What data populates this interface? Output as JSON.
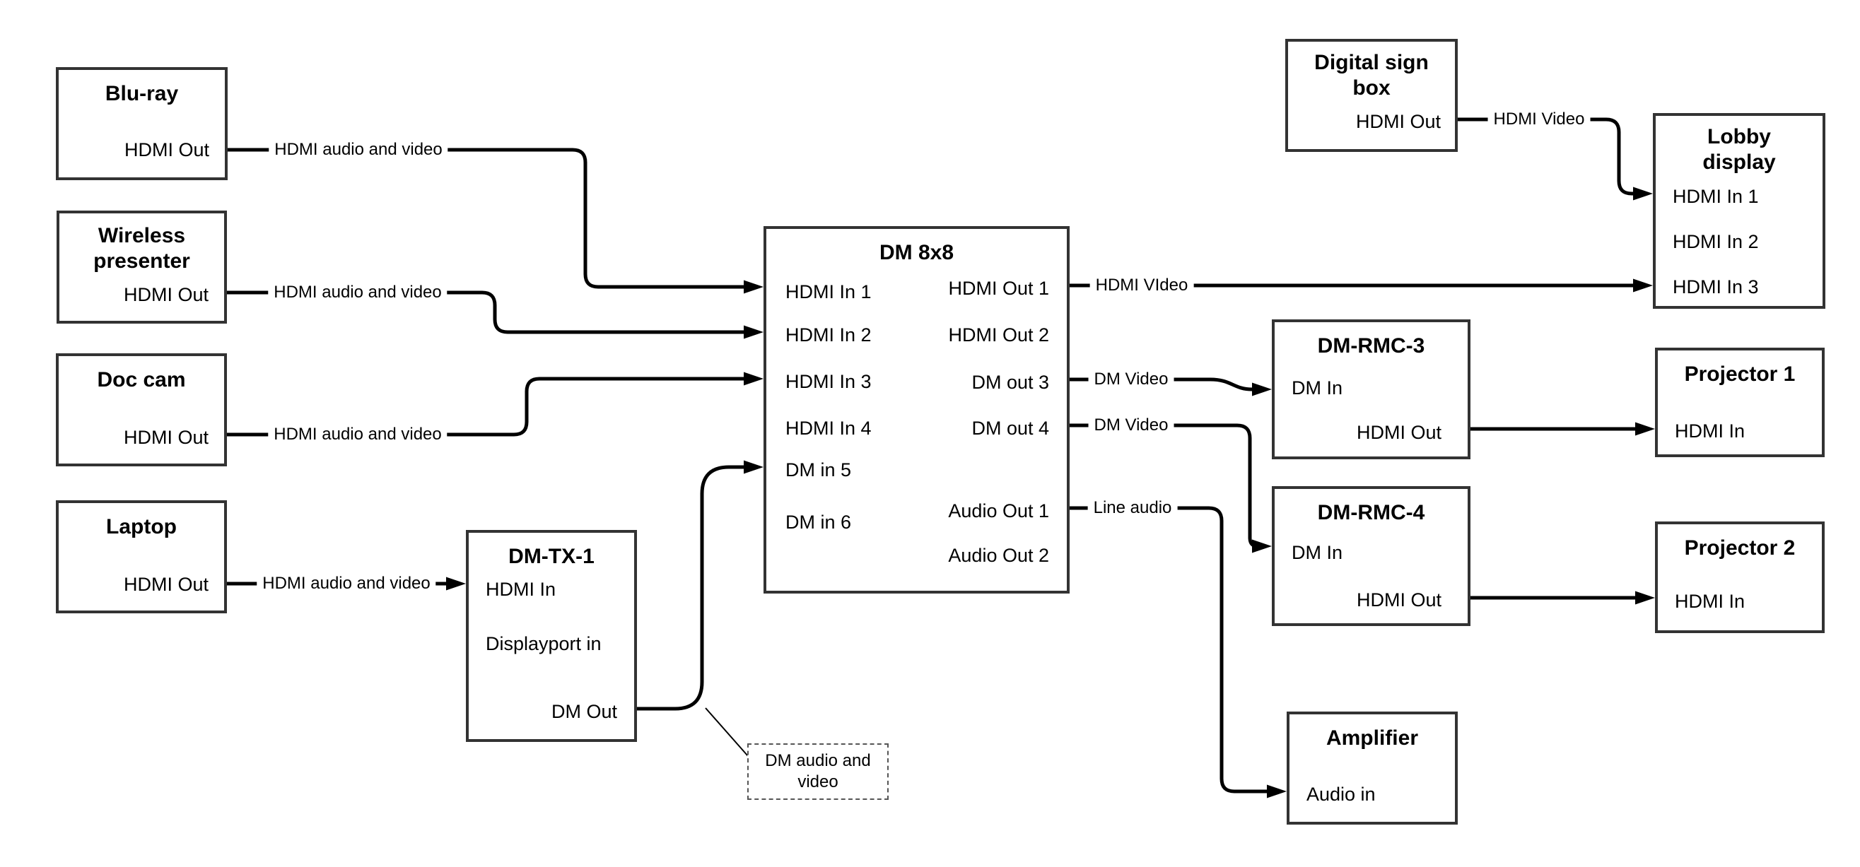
{
  "devices": {
    "bluray": {
      "title": "Blu-ray",
      "port": "HDMI Out"
    },
    "wireless": {
      "title": "Wireless presenter",
      "port": "HDMI Out"
    },
    "doccam": {
      "title": "Doc cam",
      "port": "HDMI Out"
    },
    "laptop": {
      "title": "Laptop",
      "port": "HDMI Out"
    },
    "dmtx1": {
      "title": "DM-TX-1",
      "port_hdmi_in": "HDMI In",
      "port_dp_in": "Displayport in",
      "port_dm_out": "DM Out"
    },
    "dm8x8": {
      "title": "DM 8x8",
      "in1": "HDMI In 1",
      "in2": "HDMI In 2",
      "in3": "HDMI In 3",
      "in4": "HDMI In 4",
      "in5": "DM in 5",
      "in6": "DM in 6",
      "out1": "HDMI Out 1",
      "out2": "HDMI Out 2",
      "out3": "DM out 3",
      "out4": "DM out 4",
      "aout1": "Audio Out 1",
      "aout2": "Audio Out 2"
    },
    "signbox": {
      "title": "Digital sign box",
      "port": "HDMI Out"
    },
    "lobby": {
      "title": "Lobby display",
      "in1": "HDMI In 1",
      "in2": "HDMI In 2",
      "in3": "HDMI In 3"
    },
    "dmrmc3": {
      "title": "DM-RMC-3",
      "dm_in": "DM In",
      "hdmi_out": "HDMI Out"
    },
    "proj1": {
      "title": "Projector 1",
      "hdmi_in": "HDMI In"
    },
    "dmrmc4": {
      "title": "DM-RMC-4",
      "dm_in": "DM In",
      "hdmi_out": "HDMI Out"
    },
    "proj2": {
      "title": "Projector 2",
      "hdmi_in": "HDMI In"
    },
    "amplifier": {
      "title": "Amplifier",
      "audio_in": "Audio in"
    }
  },
  "wire_labels": {
    "bluray_feed": "HDMI audio and video",
    "wireless_feed": "HDMI audio and video",
    "doccam_feed": "HDMI audio and video",
    "laptop_feed": "HDMI audio and video",
    "out1_video": "HDMI VIdeo",
    "sign_video": "HDMI Video",
    "out3_video": "DM Video",
    "out4_video": "DM Video",
    "line_audio": "Line audio"
  },
  "note": {
    "text": "DM audio and video"
  },
  "colors": {
    "line": "#000000",
    "box_border": "#333333",
    "text": "#000000",
    "background": "#ffffff"
  }
}
